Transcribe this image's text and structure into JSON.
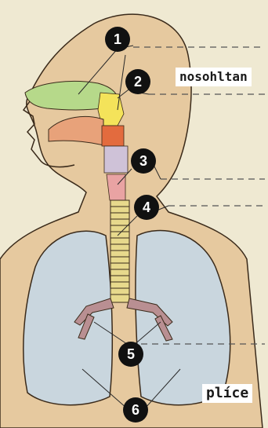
{
  "labels": {
    "nosohltan": "nosohltan",
    "plice": "plíce"
  },
  "markers": [
    "1",
    "2",
    "3",
    "4",
    "5",
    "6"
  ],
  "colors": {
    "background": "#efe9d2",
    "skin": "#e6c99f",
    "nasal_cavity": "#b6d98a",
    "nasopharynx": "#f4e35a",
    "oropharynx": "#e36b3e",
    "larynx": "#cfc2d8",
    "trachea": "#e7d98c",
    "bronchi": "#b98f92",
    "lungs": "#c9d6de",
    "mouth": "#e8a27a",
    "marker_fill": "#111111"
  }
}
